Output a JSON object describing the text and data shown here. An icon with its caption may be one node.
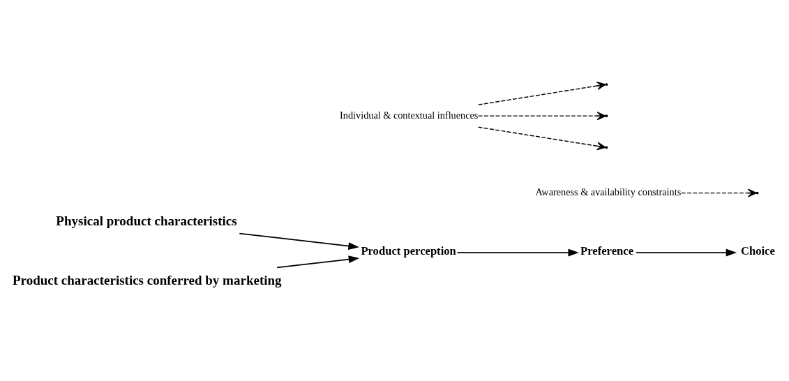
{
  "diagram": {
    "nodes": [
      {
        "text": [
          "Physical product characteristics"
        ]
      },
      {
        "text": [
          "Product characteristics conferred by marketing"
        ]
      },
      {
        "text": [
          "Product perception"
        ]
      },
      {
        "text": [
          "Preference"
        ]
      },
      {
        "text": [
          "Choice"
        ]
      },
      {
        "text": [
          "Awareness & availability constraints"
        ]
      },
      {
        "text": [
          "Individual & contextual influences"
        ]
      }
    ],
    "edges": [
      {
        "from": 0,
        "to": 2,
        "arrow": "to"
      },
      {
        "from": 1,
        "to": 2,
        "arrow": "to"
      },
      {
        "from": 2,
        "to": 3,
        "arrow": "to"
      },
      {
        "from": 3,
        "to": 4,
        "arrow": "to"
      },
      {
        "from": 5,
        "to": null,
        "arrow": "to",
        "style": "dashed"
      },
      {
        "from": 6,
        "to": null,
        "arrow": "to",
        "style": "dashed"
      },
      {
        "from": 6,
        "to": null,
        "arrow": "to",
        "style": "dashed"
      },
      {
        "from": 6,
        "to": null,
        "arrow": "to",
        "style": "dashed"
      }
    ]
  }
}
